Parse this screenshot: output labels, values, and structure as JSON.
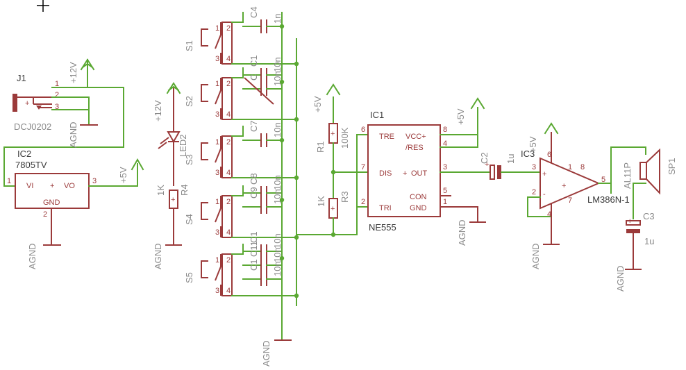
{
  "connector": {
    "ref": "J1",
    "value": "DCJ0202",
    "pins": [
      "1",
      "2",
      "3"
    ],
    "plus_mark": "+"
  },
  "regulator": {
    "ref": "IC2",
    "value": "7805TV",
    "pin_vi": "VI",
    "pin_vo": "VO",
    "pin_gnd": "GND",
    "center": "+",
    "pins": [
      "1",
      "3",
      "2"
    ]
  },
  "timer": {
    "ref": "IC1",
    "value": "NE555",
    "center": "+",
    "pins": {
      "tre": "TRE",
      "vcc": "VCC+",
      "res": "/RES",
      "dis": "DIS",
      "out": "OUT",
      "con": "CON",
      "tri": "TRI",
      "gnd": "GND"
    },
    "pin_numbers": {
      "tre": "6",
      "vcc": "8",
      "res": "4",
      "dis": "7",
      "out": "3",
      "con": "5",
      "tri": "2",
      "gnd": "1"
    }
  },
  "amplifier": {
    "ref": "IC3",
    "value": "LM386N-1",
    "pins": [
      "3",
      "2",
      "6",
      "4",
      "8",
      "1",
      "7",
      "5"
    ],
    "plus": "+",
    "minus": "-"
  },
  "speaker": {
    "ref": "SP1",
    "value": "AL11P"
  },
  "led": {
    "ref": "LED2"
  },
  "switches": [
    "S1",
    "S2",
    "S3",
    "S4",
    "S5"
  ],
  "switch_pins": [
    "1",
    "2",
    "3",
    "4"
  ],
  "resistors": [
    {
      "ref": "R1",
      "value": "100K"
    },
    {
      "ref": "R3",
      "value": "1K"
    },
    {
      "ref": "R4",
      "value": "1K"
    }
  ],
  "capacitors": [
    {
      "ref": "C4",
      "value": "1n"
    },
    {
      "ref": "C1",
      "value": "10n"
    },
    {
      "ref": "C",
      "value": "10n"
    },
    {
      "ref": "C7",
      "value": "10n"
    },
    {
      "ref": "C8",
      "value": "10n"
    },
    {
      "ref": "C9",
      "value": "10n"
    },
    {
      "ref": "C1",
      "value": "10n"
    },
    {
      "ref": "C11",
      "value": "10n"
    },
    {
      "ref": "C1",
      "value": "10n"
    },
    {
      "ref": "C2",
      "value": "1u"
    },
    {
      "ref": "C3",
      "value": "1u"
    }
  ],
  "supplies": {
    "p12": "+12V",
    "p5": "+5V",
    "gnd": "AGND"
  },
  "colors": {
    "wire": "#5aa832",
    "symbol": "#9b3a3a",
    "label": "#8a8a8a"
  }
}
